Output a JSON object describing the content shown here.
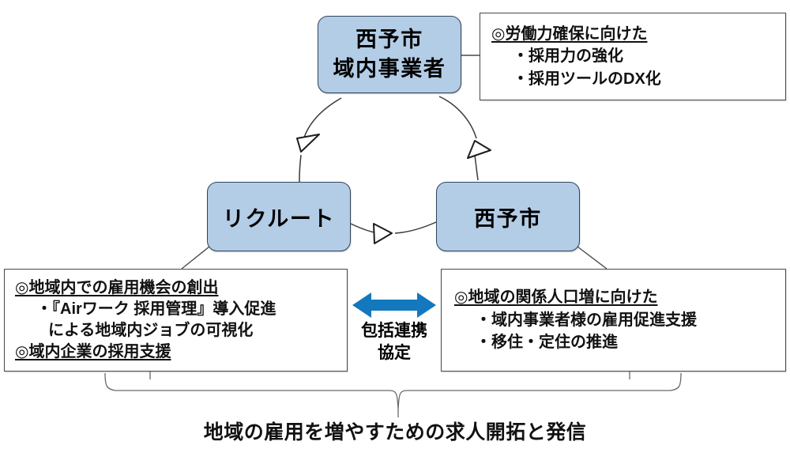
{
  "diagram": {
    "nodes": {
      "top": {
        "lines": [
          "西予市",
          "域内事業者"
        ]
      },
      "left": {
        "lines": [
          "リクルート"
        ]
      },
      "right": {
        "lines": [
          "西予市"
        ]
      }
    },
    "details": {
      "top_right": {
        "heading": "◎労働力確保に向けた",
        "items": [
          "・採用力の強化",
          "・採用ツールのDX化"
        ]
      },
      "bottom_left": {
        "heading": "◎地域内での雇用機会の創出",
        "items": [
          "・『Airワーク 採用管理』導入促進",
          "による地域内ジョブの可視化"
        ],
        "heading2": "◎域内企業の採用支援"
      },
      "bottom_right": {
        "heading": "◎地域の関係人口増に向けた",
        "items": [
          "・域内事業者様の雇用促進支援",
          "・移住・定住の推進"
        ]
      }
    },
    "agreement_label": {
      "lines": [
        "包括連携",
        "協定"
      ]
    },
    "caption": "地域の雇用を増やすための求人開拓と発信",
    "colors": {
      "node_fill": "#b4cde6",
      "node_border": "#31455c",
      "detail_border": "#4a4a4a",
      "arrow_blue": "#1378be",
      "cycle_stroke": "#3a3a3a",
      "background": "#ffffff"
    }
  }
}
